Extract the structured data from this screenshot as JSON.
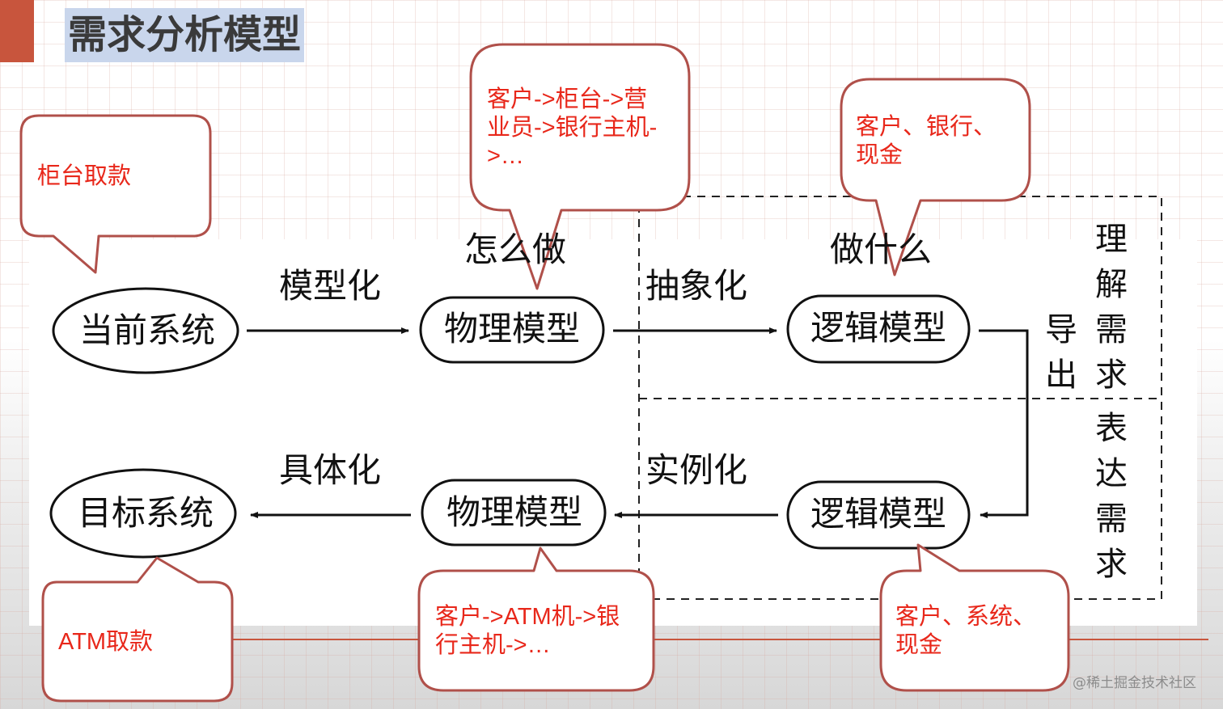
{
  "header": {
    "title": "需求分析模型"
  },
  "diagram": {
    "nodes": {
      "current_system": "当前系统",
      "physical_model_top": "物理模型",
      "logical_model_top": "逻辑模型",
      "target_system": "目标系统",
      "physical_model_bottom": "物理模型",
      "logical_model_bottom": "逻辑模型"
    },
    "edges": {
      "modeling": "模型化",
      "abstraction": "抽象化",
      "concretization": "具体化",
      "instantiation": "实例化",
      "derive": "导\n出"
    },
    "labels": {
      "how": "怎么做",
      "what": "做什么",
      "understand_requirements": "理\n解\n需\n求",
      "express_requirements": "表\n达\n需\n求"
    },
    "callouts": {
      "counter_withdrawal": "柜台取款",
      "physical_flow_top": "客户->柜台->营\n业员->银行主机-\n>…",
      "logical_entities_top": "客户、银行、\n现金",
      "atm_withdrawal": "ATM取款",
      "physical_flow_bottom": "客户->ATM机->银\n行主机->…",
      "logical_entities_bottom": "客户、系统、\n现金"
    }
  },
  "footer": {
    "watermark": "@稀土掘金技术社区"
  },
  "colors": {
    "accent": "#c8553d",
    "callout_border": "#b0504a",
    "callout_text": "#e8271a",
    "title_highlight": "#c9d6ec"
  }
}
